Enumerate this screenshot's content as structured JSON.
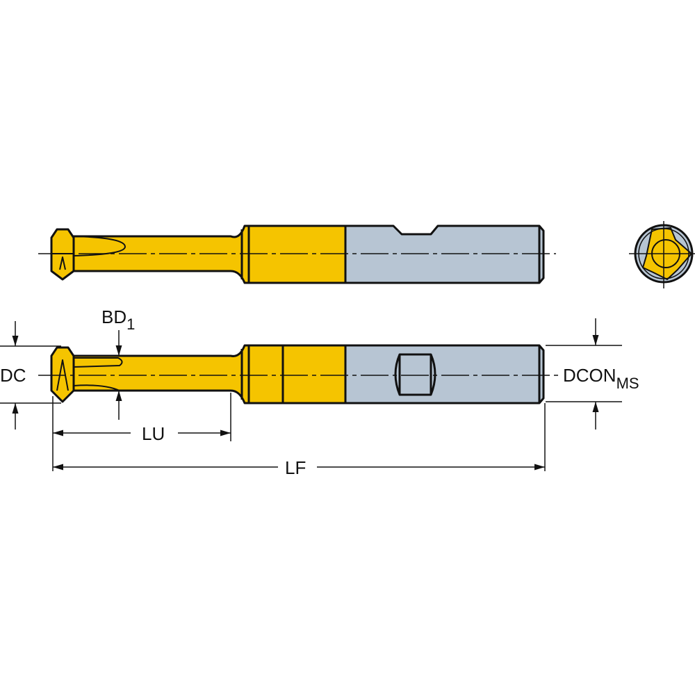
{
  "colors": {
    "carbide": "#f5c400",
    "steel": "#b7c5d3",
    "outline": "#111111"
  },
  "labels": {
    "dc": "DC",
    "bd": "BD",
    "bd_sub": "1",
    "lu": "LU",
    "lf": "LF",
    "dcon": "DCON",
    "dcon_sub": "MS"
  }
}
